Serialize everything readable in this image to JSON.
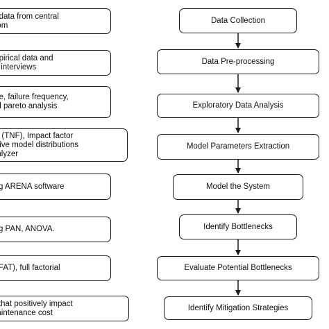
{
  "process_steps": [
    "Data Collection",
    "Data Pre-processing",
    "Exploratory Data Analysis",
    "Model Parameters Extraction",
    "Model the System",
    "Identify Bottlenecks",
    "Evaluate Potential Bottlenecks",
    "Identify Mitigation Strategies"
  ],
  "method_notes": [
    [
      "e data from central",
      "oom"
    ],
    [
      "mpirical data and",
      "ts interviews"
    ],
    [
      "me, failure frequency,",
      "nd pareto analysis"
    ],
    [
      "re (TNF), Impact factor",
      "erive model distributions",
      "nalyzer"
    ],
    [
      "ing ARENA software"
    ],
    [
      "ing PAN, ANOVA."
    ],
    [
      "OFAT),  full factorial"
    ],
    [
      "s that positively impact",
      "naintenance cost"
    ]
  ]
}
